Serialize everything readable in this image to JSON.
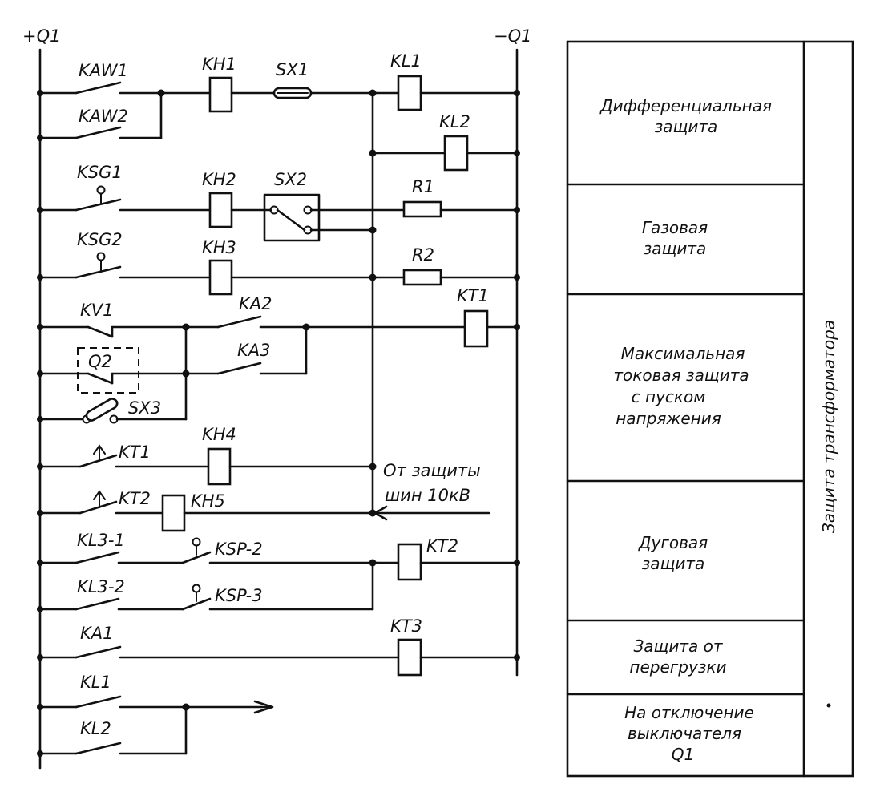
{
  "buses": {
    "positive": "+Q1",
    "negative": "−Q1"
  },
  "elements": {
    "KAW1": "KAW1",
    "KAW2": "KAW2",
    "KH1": "KH1",
    "SX1": "SX1",
    "KL1_coil": "KL1",
    "KL2_coil": "KL2",
    "KSG1": "KSG1",
    "KH2": "KH2",
    "SX2": "SX2",
    "R1": "R1",
    "KSG2": "KSG2",
    "KH3": "KH3",
    "R2": "R2",
    "KV1": "KV1",
    "Q2": "Q2",
    "KA2": "KA2",
    "KA3": "KA3",
    "KT1_coil": "KT1",
    "SX3": "SX3",
    "KT1_contact": "KT1",
    "KH4": "KH4",
    "KT2_contact": "KT2",
    "KH5": "KH5",
    "KL3_1": "KL3-1",
    "KSP_2": "KSP-2",
    "KT2_coil": "KT2",
    "KL3_2": "KL3-2",
    "KSP_3": "KSP-3",
    "KA1": "KA1",
    "KT3": "KT3",
    "KL1_contact": "KL1",
    "KL2_contact": "KL2"
  },
  "external_signal": {
    "line1": "От защиты",
    "line2": "шин 10кВ"
  },
  "legend": {
    "vertical_title": "Защита трансформатора",
    "blocks": [
      {
        "lines": [
          "Дифференциальная",
          "защита"
        ]
      },
      {
        "lines": [
          "Газовая",
          "защита"
        ]
      },
      {
        "lines": [
          "Максимальная",
          "токовая защита",
          "с пуском",
          "напряжения"
        ]
      },
      {
        "lines": [
          "Дуговая",
          "защита"
        ]
      },
      {
        "lines": [
          "Защита от",
          "перегрузки"
        ]
      },
      {
        "lines": [
          "На отключение",
          "выключателя",
          "Q1"
        ]
      }
    ]
  }
}
